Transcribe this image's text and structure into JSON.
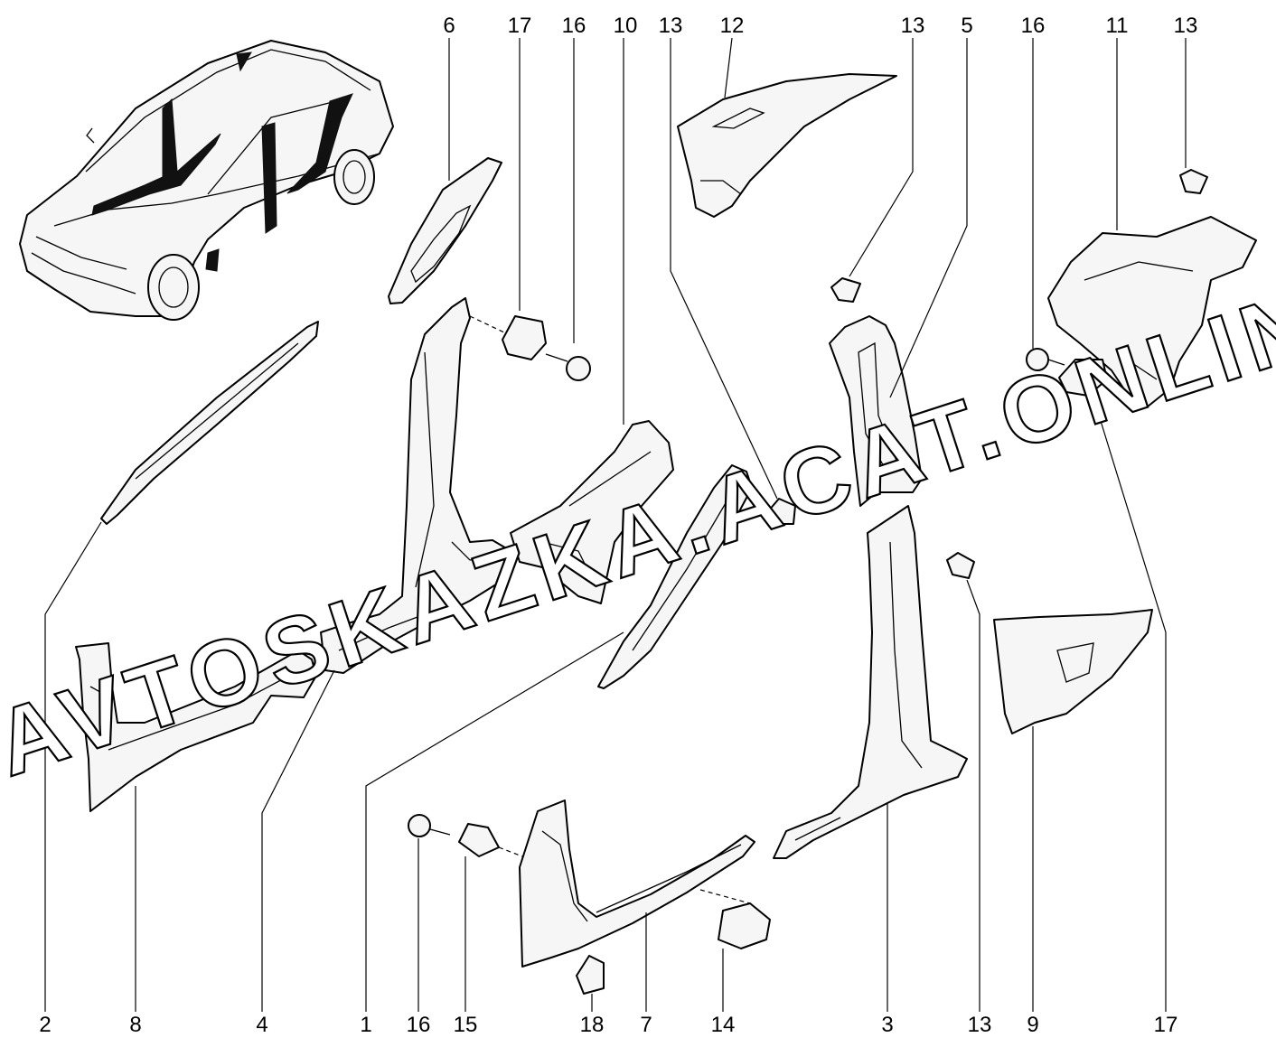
{
  "diagram": {
    "watermark": "AVTOSKAZKA.ACAT.ONLINE",
    "callouts_top": [
      {
        "id": "t6",
        "label": "6"
      },
      {
        "id": "t17a",
        "label": "17"
      },
      {
        "id": "t16a",
        "label": "16"
      },
      {
        "id": "t10",
        "label": "10"
      },
      {
        "id": "t13a",
        "label": "13"
      },
      {
        "id": "t12",
        "label": "12"
      },
      {
        "id": "t13b",
        "label": "13"
      },
      {
        "id": "t5",
        "label": "5"
      },
      {
        "id": "t16b",
        "label": "16"
      },
      {
        "id": "t11",
        "label": "11"
      },
      {
        "id": "t13c",
        "label": "13"
      }
    ],
    "callouts_bottom": [
      {
        "id": "b2",
        "label": "2"
      },
      {
        "id": "b8",
        "label": "8"
      },
      {
        "id": "b4",
        "label": "4"
      },
      {
        "id": "b1",
        "label": "1"
      },
      {
        "id": "b16",
        "label": "16"
      },
      {
        "id": "b15",
        "label": "15"
      },
      {
        "id": "b18",
        "label": "18"
      },
      {
        "id": "b7",
        "label": "7"
      },
      {
        "id": "b14",
        "label": "14"
      },
      {
        "id": "b3",
        "label": "3"
      },
      {
        "id": "b13",
        "label": "13"
      },
      {
        "id": "b9",
        "label": "9"
      },
      {
        "id": "b17",
        "label": "17"
      }
    ]
  }
}
